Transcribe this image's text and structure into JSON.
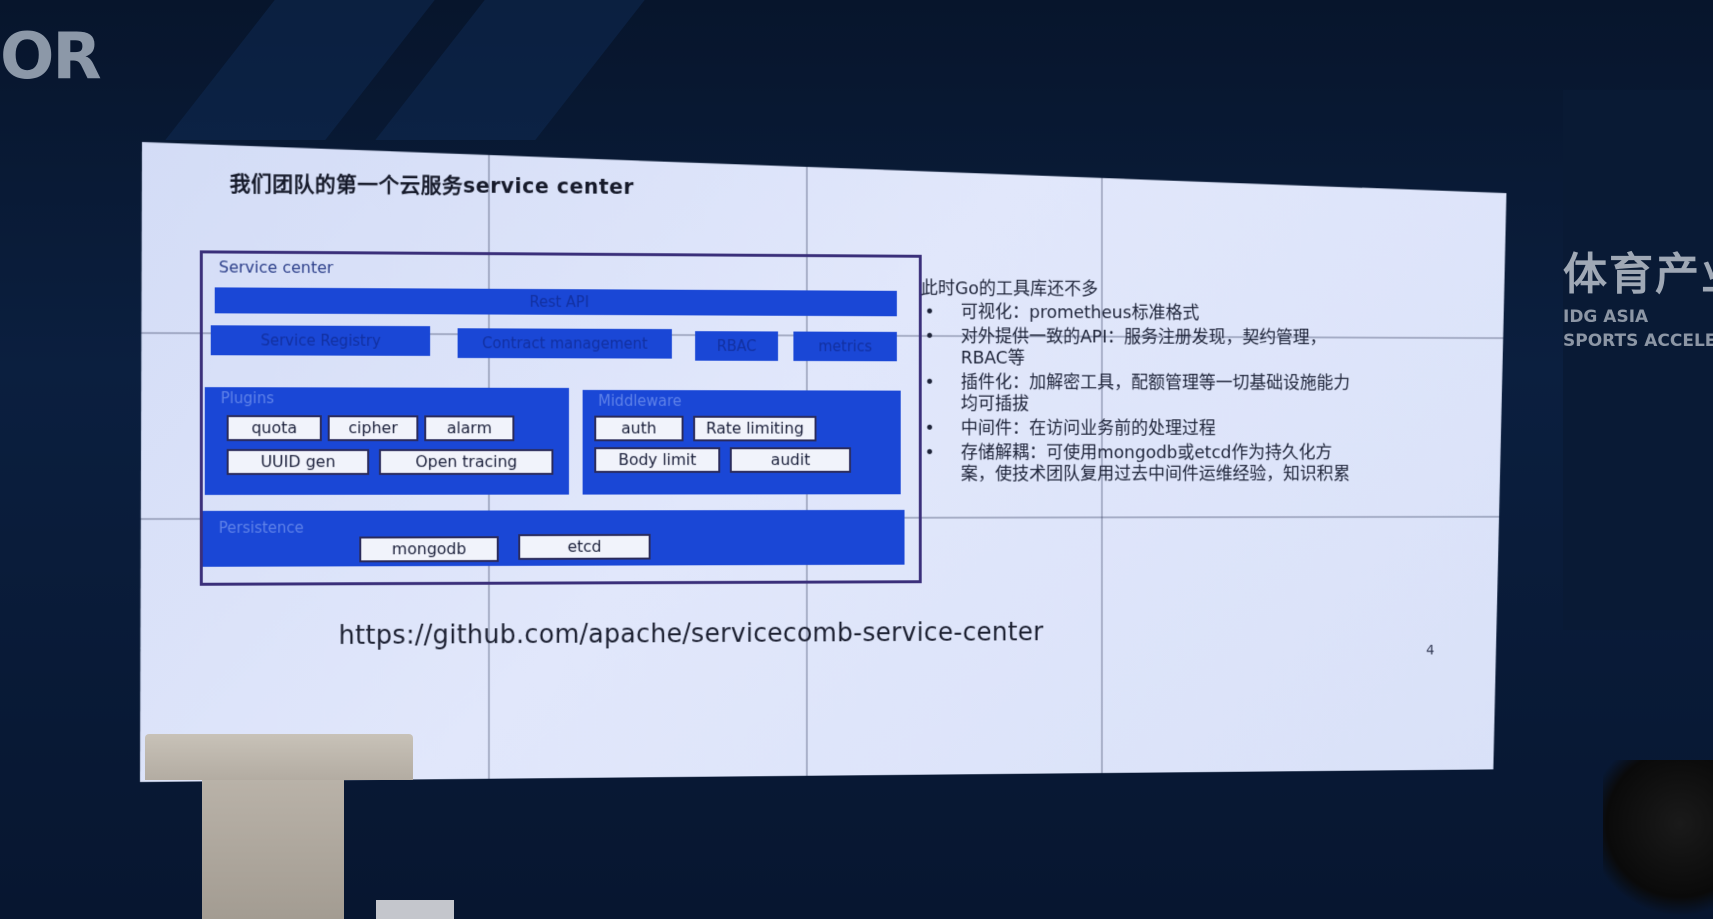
{
  "background": {
    "logo_text": "OR",
    "banner_cn": "体育产业",
    "banner_en_line1": "IDG ASIA",
    "banner_en_line2": "SPORTS ACCELE"
  },
  "slide": {
    "title": "我们团队的第一个云服务service center",
    "diagram": {
      "label": "Service center",
      "rest_api": "Rest API",
      "top_row": [
        "Service Registry",
        "Contract management",
        "RBAC",
        "metrics"
      ],
      "plugins": {
        "title": "Plugins",
        "items": [
          "quota",
          "cipher",
          "alarm",
          "UUID gen",
          "Open tracing"
        ]
      },
      "middleware": {
        "title": "Middleware",
        "items": [
          "auth",
          "Rate limiting",
          "Body limit",
          "audit"
        ]
      },
      "persistence": {
        "title": "Persistence",
        "items": [
          "mongodb",
          "etcd"
        ]
      }
    },
    "info": {
      "lead": "此时Go的工具库还不多",
      "bullets": [
        "可视化：prometheus标准格式",
        "对外提供一致的API：服务注册发现，契约管理，RBAC等",
        "插件化：加解密工具，配额管理等一切基础设施能力均可插拔",
        "中间件：在访问业务前的处理过程",
        "存储解耦：可使用mongodb或etcd作为持久化方案，使技术团队复用过去中间件运维经验，知识积累"
      ]
    },
    "url": "https://github.com/apache/servicecomb-service-center",
    "page_number": "4"
  },
  "colors": {
    "slide_bg": "#dde4fa",
    "diagram_blue": "#1a47d6",
    "diagram_border": "#3a2f7a",
    "stage_bg": "#0b1f3f"
  }
}
